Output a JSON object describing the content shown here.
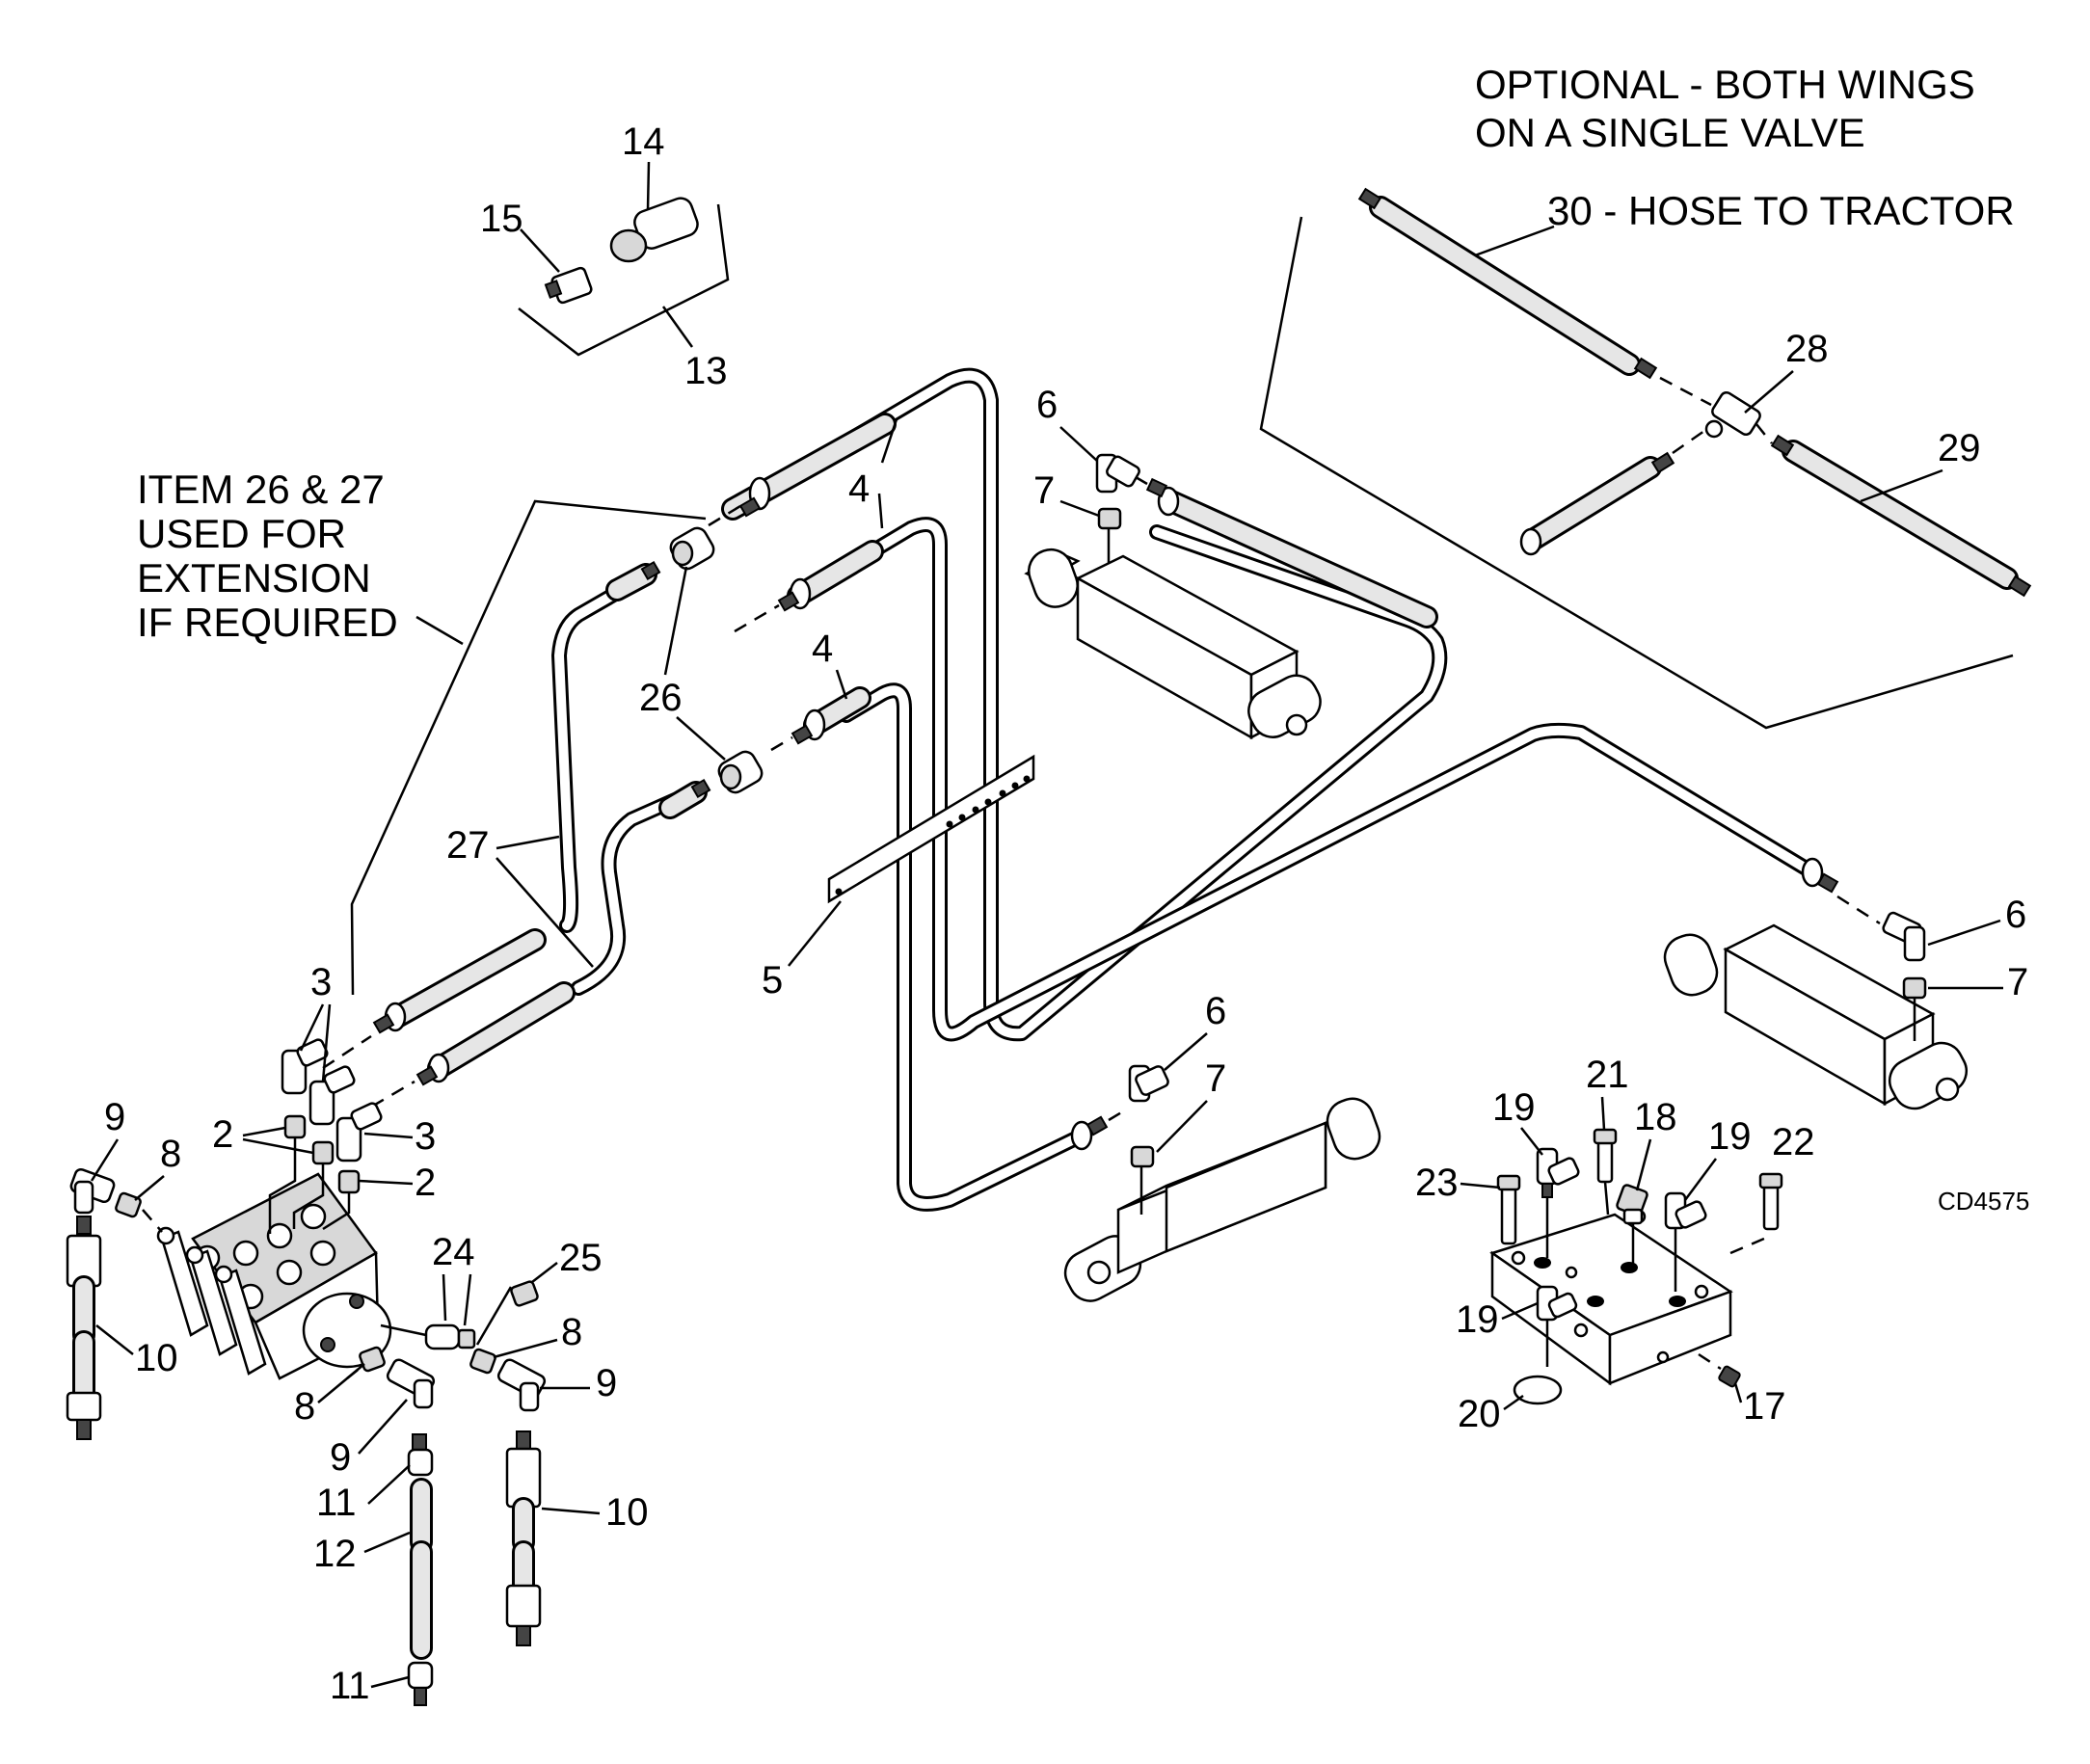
{
  "drawing_code": "CD4575",
  "notes": {
    "optional_line1": "OPTIONAL - BOTH WINGS",
    "optional_line2": "ON A SINGLE VALVE",
    "hose_to_tractor": "30 - HOSE TO TRACTOR",
    "ext_line1": "ITEM 26 & 27",
    "ext_line2": "USED FOR",
    "ext_line3": "EXTENSION",
    "ext_line4": "IF REQUIRED"
  },
  "callouts": {
    "c14": "14",
    "c15": "15",
    "c13": "13",
    "c6a": "6",
    "c7a": "7",
    "c28": "28",
    "c29": "29",
    "c4a": "4",
    "c4b": "4",
    "c26a": "26",
    "c26b": "26",
    "c27": "27",
    "c5": "5",
    "c3a": "3",
    "c3b": "3",
    "c2a": "2",
    "c2b": "2",
    "c9a": "9",
    "c8a": "8",
    "c10a": "10",
    "c24": "24",
    "c25": "25",
    "c8b": "8",
    "c8c": "8",
    "c9b": "9",
    "c9c": "9",
    "c11a": "11",
    "c12": "12",
    "c10b": "10",
    "c11b": "11",
    "c6b": "6",
    "c7b": "7",
    "c6c": "6",
    "c7c": "7",
    "c19a": "19",
    "c21": "21",
    "c18": "18",
    "c19b": "19",
    "c22": "22",
    "c23": "23",
    "c19c": "19",
    "c20": "20",
    "c17": "17"
  }
}
